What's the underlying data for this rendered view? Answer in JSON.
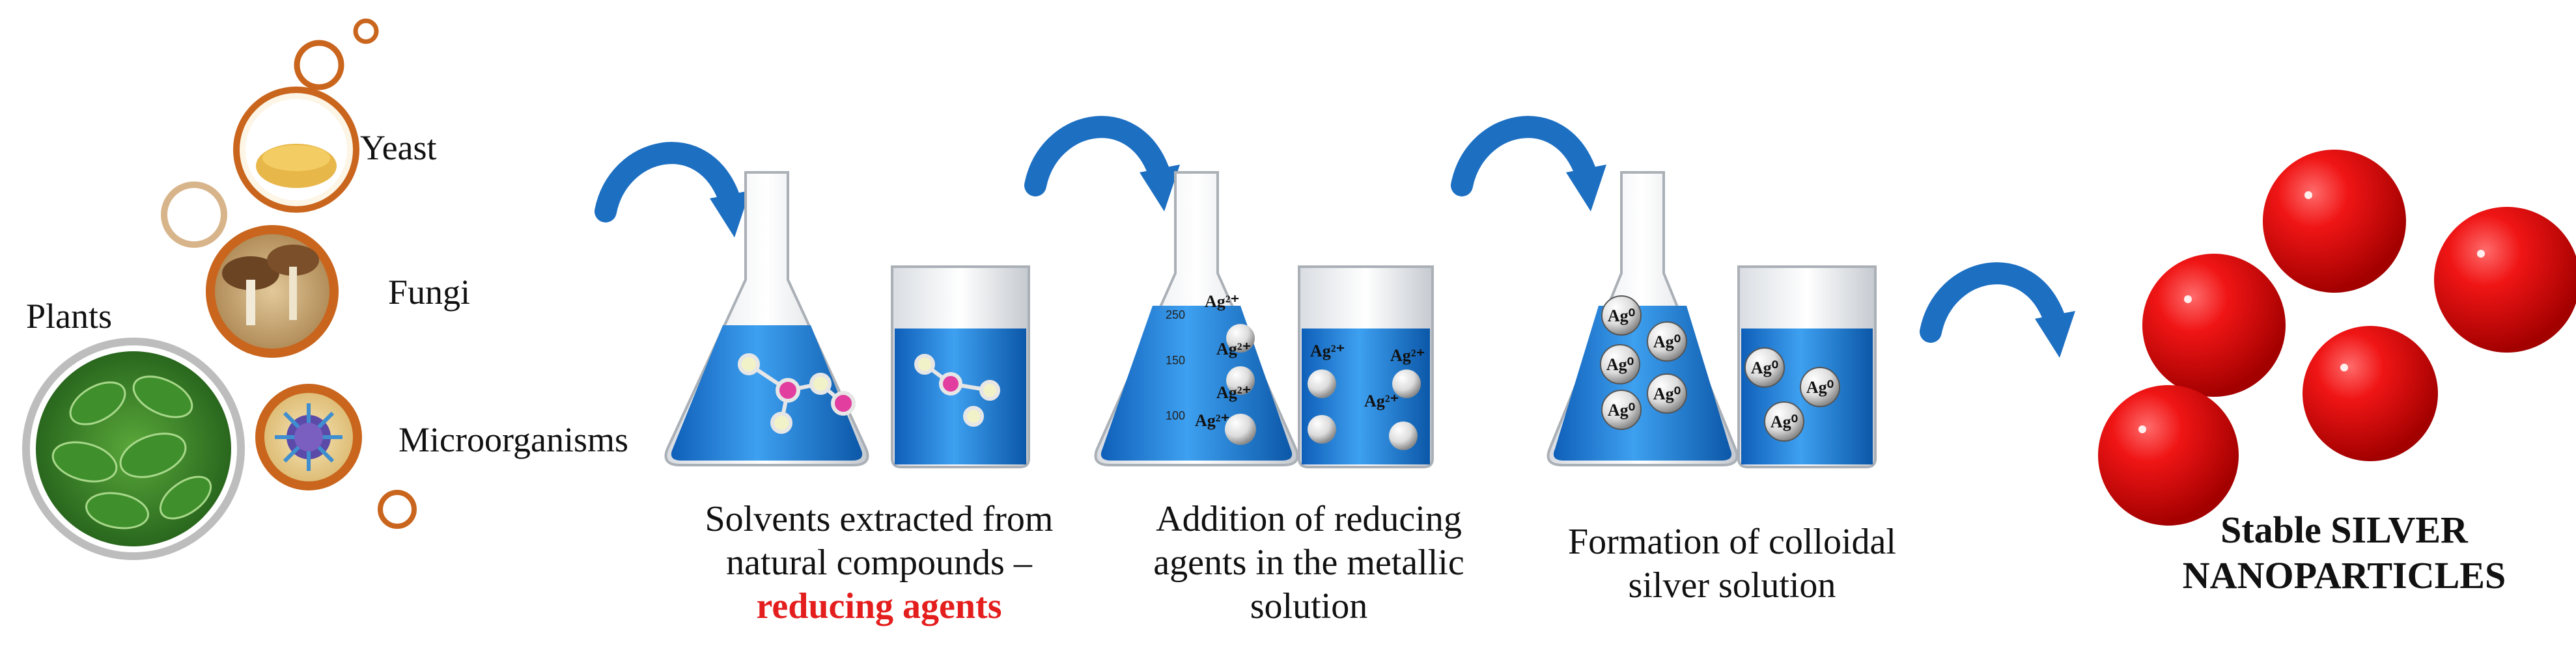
{
  "sources": {
    "yeast": "Yeast",
    "fungi": "Fungi",
    "plants": "Plants",
    "microorganisms": "Microorganisms"
  },
  "steps": [
    {
      "line1": "Solvents extracted from",
      "line2": "natural compounds –",
      "highlight": "reducing agents"
    },
    {
      "line1": "Addition of reducing",
      "line2": "agents in the metallic",
      "line3": "solution"
    },
    {
      "line1": "Formation of colloidal",
      "line2": "silver solution"
    }
  ],
  "result": {
    "line1": "Stable SILVER",
    "line2": "NANOPARTICLES"
  },
  "ions": {
    "ag2": "Ag²⁺",
    "ag0": "Ag⁰"
  },
  "scale": {
    "t250": "250",
    "t150": "150",
    "t100": "100"
  },
  "colors": {
    "liquid": "#1f7fd9",
    "arrow": "#1d6fc2",
    "ring": "#c9651d",
    "nanoparticle": "#e60d0d",
    "highlight": "#e41d1d"
  },
  "icons": [
    "curved-arrow-icon",
    "flask-icon",
    "beaker-icon",
    "molecule-icon",
    "nanoparticle-icon"
  ]
}
